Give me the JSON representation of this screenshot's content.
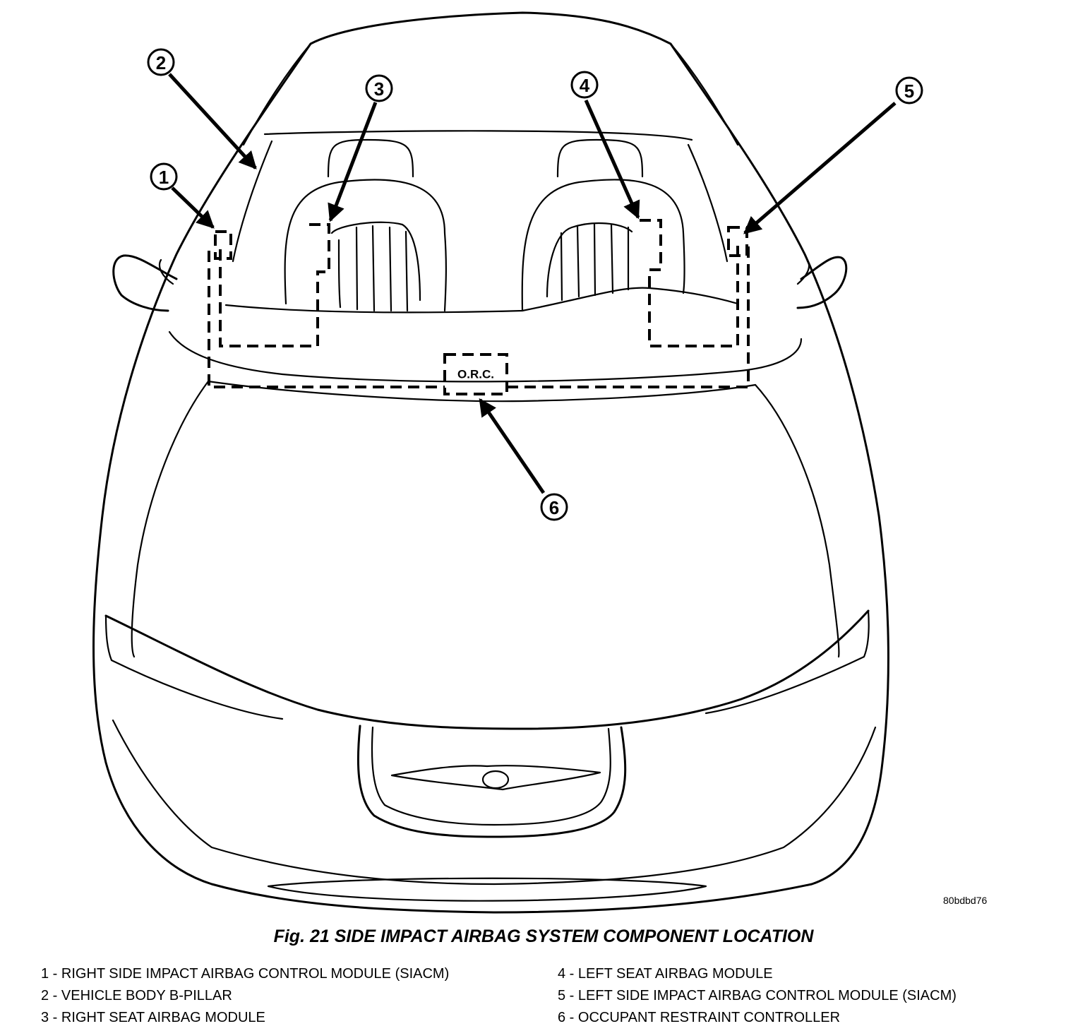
{
  "figure": {
    "code": "80bdbd76",
    "orc_label": "O.R.C.",
    "callouts": [
      "1",
      "2",
      "3",
      "4",
      "5",
      "6"
    ]
  },
  "caption": "Fig. 21 SIDE IMPACT AIRBAG SYSTEM COMPONENT LOCATION",
  "legend": {
    "left": [
      "1 - RIGHT SIDE IMPACT AIRBAG CONTROL MODULE (SIACM)",
      "2 - VEHICLE BODY B-PILLAR",
      "3 - RIGHT SEAT AIRBAG MODULE"
    ],
    "right": [
      "4 - LEFT SEAT AIRBAG MODULE",
      "5 - LEFT SIDE IMPACT AIRBAG CONTROL MODULE (SIACM)",
      "6 - OCCUPANT RESTRAINT CONTROLLER"
    ]
  }
}
